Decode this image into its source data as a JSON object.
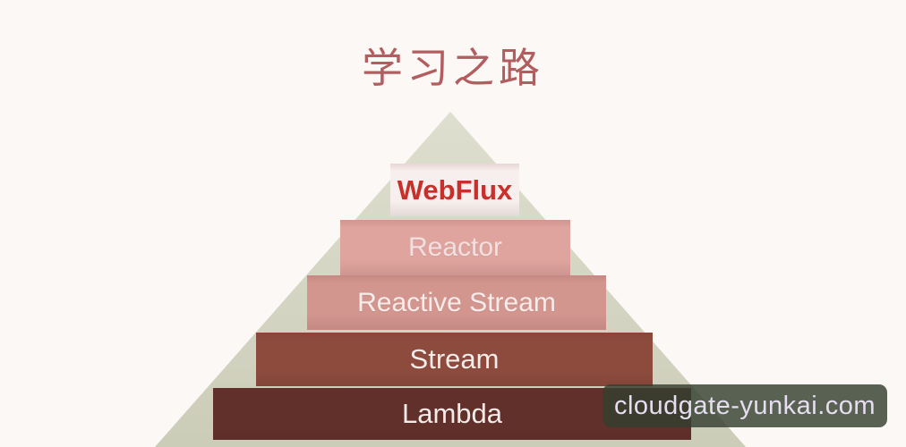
{
  "page": {
    "background_color": "#fcf8f5",
    "title": "学习之路",
    "title_color": "#b25e60"
  },
  "pyramid": {
    "type": "pyramid-diagram",
    "triangle_color": "#d4d5c0",
    "levels": [
      {
        "label": "WebFlux",
        "background": "#f7efed",
        "text_color": "#c9302b"
      },
      {
        "label": "Reactor",
        "background": "#dfa49e",
        "text_color": "#f2e0e1"
      },
      {
        "label": "Reactive Stream",
        "background": "#d2968f",
        "text_color": "#f8ecea"
      },
      {
        "label": "Stream",
        "background": "#8c4b3d",
        "text_color": "#f6ebe8"
      },
      {
        "label": "Lambda",
        "background": "#62302a",
        "text_color": "#f4ebe8"
      }
    ]
  },
  "watermark": {
    "text": "cloudgate-yunkai.com",
    "background": "rgba(53,63,47,0.82)",
    "text_color": "#e6def0"
  }
}
